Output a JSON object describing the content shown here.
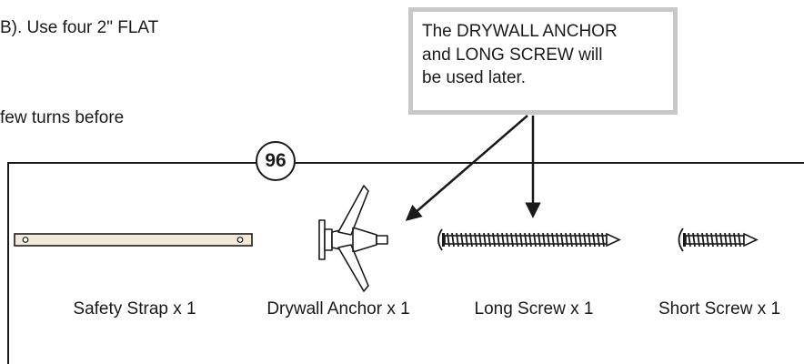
{
  "instructions": {
    "line1": "B). Use four 2\" FLAT",
    "line2": "few turns before"
  },
  "callout": {
    "lines": [
      "The DRYWALL ANCHOR",
      "and LONG SCREW will",
      "be used later."
    ]
  },
  "parts_panel": {
    "number": "96",
    "items": [
      {
        "label": "Safety Strap x 1",
        "icon": "safety-strap"
      },
      {
        "label": "Drywall Anchor x 1",
        "icon": "drywall-anchor"
      },
      {
        "label": "Long Screw x 1",
        "icon": "long-screw"
      },
      {
        "label": "Short Screw x 1",
        "icon": "short-screw"
      }
    ]
  },
  "colors": {
    "ink": "#1a1a1a",
    "callout_border": "#c8c8c8",
    "strap_fill": "#f2ead6",
    "background": "#ffffff"
  }
}
